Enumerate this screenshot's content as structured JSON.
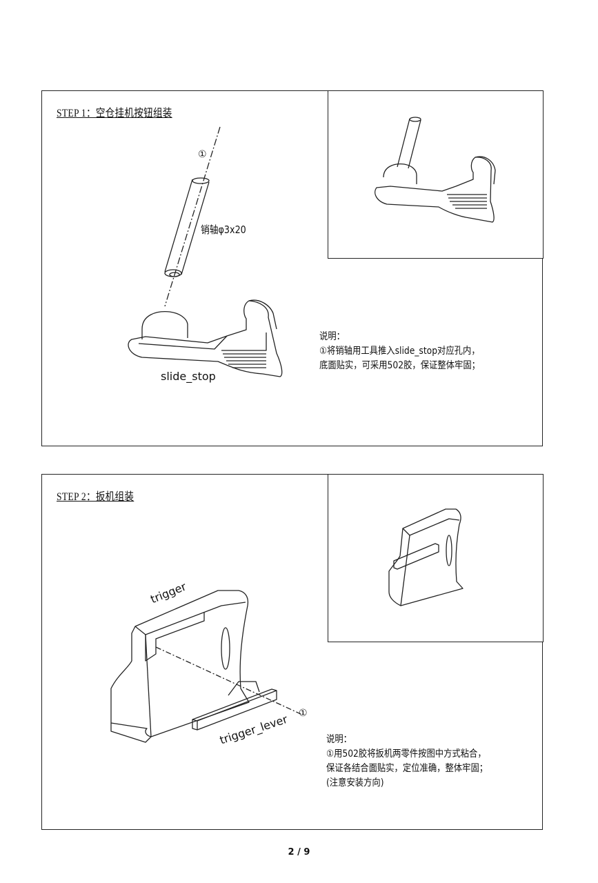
{
  "step1": {
    "title": "STEP 1：空仓挂机按钮组装",
    "callout": "①",
    "pin_label": "销轴φ3x20",
    "part_label": "slide_stop",
    "note_heading": "说明：",
    "note_lines": [
      "①将销轴用工具推入slide_stop对应孔内，",
      "底面贴实，可采用502胶，保证整体牢固；"
    ]
  },
  "step2": {
    "title": "STEP 2：扳机组装",
    "callout": "①",
    "part_label_1": "trigger",
    "part_label_2": "trigger_lever",
    "note_heading": "说明：",
    "note_lines": [
      "①用502胶将扳机两零件按图中方式粘合，",
      "保证各结合面贴实，定位准确，整体牢固；",
      "(注意安装方向)"
    ]
  },
  "footer": {
    "page": "2 / 9"
  }
}
